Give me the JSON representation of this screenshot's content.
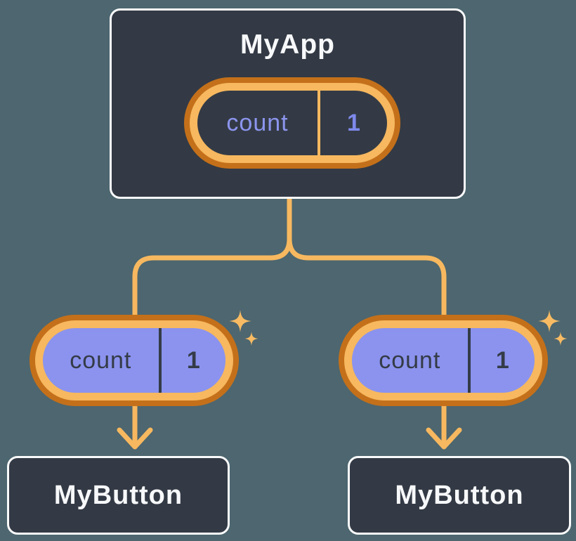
{
  "diagram": {
    "description": "React state tree diagram: parent component sharing counter state with two child buttons",
    "colors": {
      "background": "#4d666f",
      "node_background": "#333a45",
      "node_border": "#f9fafb",
      "wire_orange": "#f7b85f",
      "ring_outer_orange": "#c4701a",
      "ring_inner_orange": "#f7b85f",
      "state_fill_purple": "#8b93ee",
      "state_text_purple": "#8c95ee",
      "state_value_purple": "#7e89ec",
      "state_text_dark": "#343b47",
      "sparkle": "#f8bb63"
    },
    "root": {
      "title": "MyApp",
      "state": {
        "name": "count",
        "value": "1"
      }
    },
    "children": [
      {
        "title": "MyButton",
        "state": {
          "name": "count",
          "value": "1"
        }
      },
      {
        "title": "MyButton",
        "state": {
          "name": "count",
          "value": "1"
        }
      }
    ]
  }
}
